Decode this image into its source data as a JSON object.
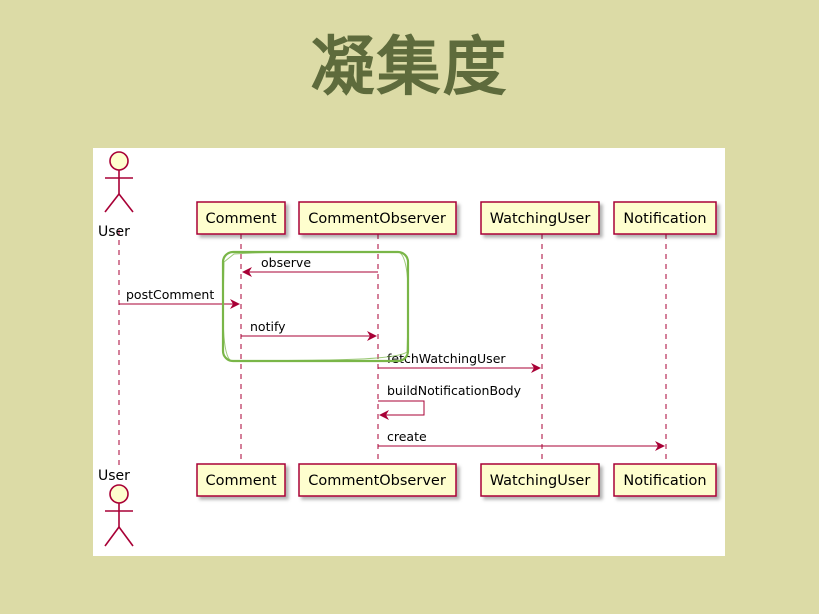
{
  "slide": {
    "title": "凝集度"
  },
  "diagram": {
    "participants": [
      {
        "id": "user",
        "kind": "actor",
        "label": "User"
      },
      {
        "id": "comment",
        "kind": "box",
        "label": "Comment"
      },
      {
        "id": "observer",
        "kind": "box",
        "label": "CommentObserver"
      },
      {
        "id": "watching",
        "kind": "box",
        "label": "WatchingUser"
      },
      {
        "id": "notification",
        "kind": "box",
        "label": "Notification"
      }
    ],
    "messages": [
      {
        "from": "observer",
        "to": "comment",
        "label": "observe"
      },
      {
        "from": "user",
        "to": "comment",
        "label": "postComment"
      },
      {
        "from": "comment",
        "to": "observer",
        "label": "notify"
      },
      {
        "from": "observer",
        "to": "watching",
        "label": "fetchWatchingUser"
      },
      {
        "from": "observer",
        "to": "observer",
        "label": "buildNotificationBody"
      },
      {
        "from": "observer",
        "to": "notification",
        "label": "create"
      }
    ],
    "colors": {
      "box_fill": "#fefece",
      "box_stroke": "#a80036",
      "arrow": "#a80036",
      "highlight": "#7ab648"
    }
  }
}
